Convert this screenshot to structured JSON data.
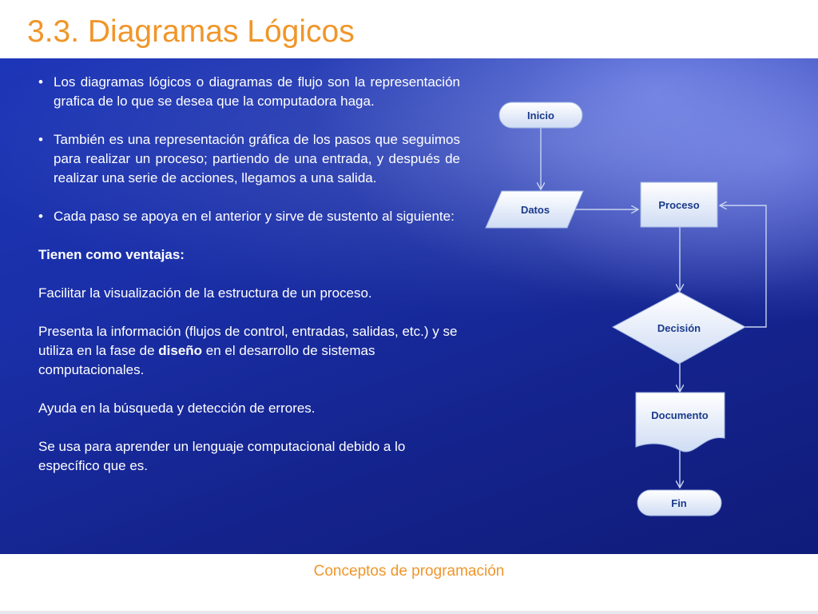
{
  "title": "3.3. Diagramas Lógicos",
  "bullets": [
    {
      "symbol": "•",
      "text": "Los diagramas lógicos o diagramas de flujo son la representación grafica de lo que se desea que la computadora haga."
    },
    {
      "symbol": "•",
      "text": "También es una representación gráfica de los pasos que seguimos para realizar un proceso; partiendo de una entrada, y después de realizar una serie de acciones, llegamos a una salida."
    },
    {
      "symbol": "•",
      "text": "Cada paso se apoya en el anterior y sirve de sustento al siguiente:"
    }
  ],
  "advantages_heading": "Tienen como ventajas:",
  "advantages": {
    "item1": "Facilitar la visualización de la estructura de un proceso.",
    "item2_before": "Presenta la información (flujos de control, entradas, salidas, etc.) y se utiliza en la fase de ",
    "item2_bold": "diseño",
    "item2_after": " en el desarrollo de sistemas computacionales.",
    "item3": "Ayuda en la búsqueda y detección de errores.",
    "item4": "Se usa para aprender un lenguaje computacional debido a lo específico que es."
  },
  "flowchart": {
    "start": "Inicio",
    "data": "Datos",
    "process": "Proceso",
    "decision": "Decisión",
    "document": "Documento",
    "end": "Fin"
  },
  "footer": "Conceptos de programación",
  "colors": {
    "title": "#f0962a",
    "footer": "#f0962a",
    "panel": "#1a2fa8",
    "node_text": "#1a3a8a",
    "connector": "#c8d4f0"
  }
}
